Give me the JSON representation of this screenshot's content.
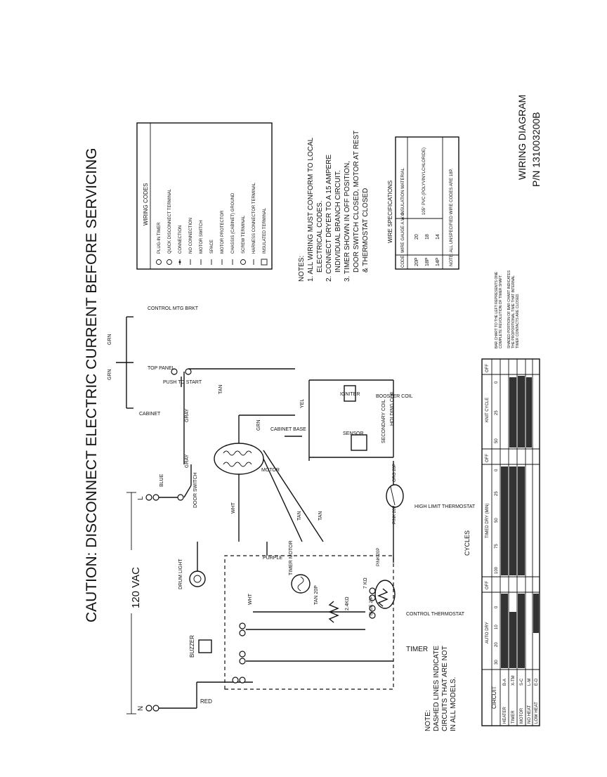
{
  "caution": "CAUTION: DISCONNECT ELECTRIC CURRENT BEFORE SERVICING",
  "voltage": "120 VAC",
  "title_line1": "WIRING DIAGRAM",
  "title_line2": "P/N 131003200B",
  "wiring_codes": {
    "title": "WIRING CODES",
    "items": [
      "PLUG-IN TIMER",
      "QUICK DISCONNECT TERMINAL",
      "CONNECTION",
      "NO CONNECTION",
      "MOTOR SWITCH",
      "SPACE",
      "MOTOR PROTECTOR",
      "CHASSIS (CABINET) GROUND",
      "SCREW TERMINAL",
      "HARNESS CONNECTOR TERMINAL",
      "INSULATED TERMINAL"
    ]
  },
  "notes": {
    "header": "NOTES:",
    "lines": [
      "1. ALL WIRING MUST CONFORM TO LOCAL",
      "ELECTRICAL CODES.",
      "2. CONNECT DRYER TO A 15 AMPERE",
      "INDIVIDUAL BRANCH CIRCUIT.",
      "3. TIMER SHOWN IN OFF POSITION,",
      "DOOR SWITCH CLOSED, MOTOR AT REST",
      "& THERMOSTAT CLOSED"
    ]
  },
  "wire_spec": {
    "title": "WIRE SPECIFICATIONS",
    "headers": [
      "CODE",
      "WIRE GAUGE A.W.G",
      "INSULATION MATERIAL"
    ],
    "rows": [
      [
        "20P",
        "20"
      ],
      [
        "18P",
        "18"
      ],
      [
        "14P",
        "14"
      ]
    ],
    "material": "105° PVC (POLYVINYLCHLORIDE)",
    "note": "NOTE: ALL UNSPECIFIED WIRE CODES ARE 18P."
  },
  "bar_note": [
    "BAR CHART TO THE LEFT REPRESENTS ONE",
    "COMPLETE REVOLUTION OF TIMER SHAFT.",
    "SHADED PORTION OF BAR CHART INDICATES",
    "THE PROPORTIONAL TIME THAT INTERNAL",
    "TIMER CONTACTS ARE CLOSED."
  ],
  "dashed_note": [
    "NOTE:",
    "DASHED LINES INDICATE",
    "CIRCUITS THAT ARE NOT",
    "IN ALL MODELS."
  ],
  "cycles": {
    "title": "CYCLES",
    "circuit_header": "CIRCUIT",
    "circuits": [
      [
        "HEATER",
        "B-A"
      ],
      [
        "TIMER",
        "X-TM"
      ],
      [
        "MOTOR",
        "S-C"
      ],
      [
        "NO HEAT",
        "L-M"
      ],
      [
        "LOW HEAT",
        "E-D"
      ]
    ],
    "sections": [
      "AUTO DRY",
      "OFF",
      "TIMED DRY (MIN)",
      "OFF",
      "KNIT CYCLE",
      "OFF"
    ],
    "auto_ticks": [
      "30",
      "20",
      "10",
      "0"
    ],
    "timed_ticks": [
      "100",
      "75",
      "50",
      "25",
      "0"
    ],
    "knit_ticks": [
      "50",
      "25",
      "0"
    ]
  },
  "labels": {
    "timer": "TIMER",
    "timer_motor": "TIMER MOTOR",
    "buzzer": "BUZZER",
    "drum_light": "DRUM LIGHT",
    "door_switch": "DOOR SWITCH",
    "push_to_start": "PUSH TO START",
    "motor": "MOTOR",
    "cabinet_base": "CABINET BASE",
    "cabinet": "CABINET",
    "top_panel": "TOP PANEL",
    "control_mtg_brkt": "CONTROL MTG BRKT",
    "sensor": "SENSOR",
    "igniter": "IGNITER",
    "secondary_coil": "SECONDARY COIL",
    "holding_coil": "HOLDING COIL",
    "booster_coil": "BOOSTER COIL",
    "high_limit": "HIGH LIMIT THERMOSTAT",
    "control_thermostat": "CONTROL THERMOSTAT",
    "resistor": "2.4KΩ",
    "resistor2": "7 KΩ",
    "red": "RED",
    "blue": "BLUE",
    "gray": "GRAY",
    "gray2": "GRAY",
    "grn": "GRN",
    "grn2": "GRN",
    "grn_m": "GRN",
    "tan": "TAN",
    "tan2": "TAN",
    "tan3": "TAN",
    "tan_20p": "TAN 20P",
    "yel": "YEL",
    "wht": "WHT",
    "wht2": "WHT",
    "purple": "PURPLE",
    "pink_20p": "PINK 20P",
    "pink_20p2": "PINK 20P",
    "org_20p": "ORG 20P",
    "blue_20p": "BLUE 20P",
    "n": "N",
    "l": "L"
  }
}
